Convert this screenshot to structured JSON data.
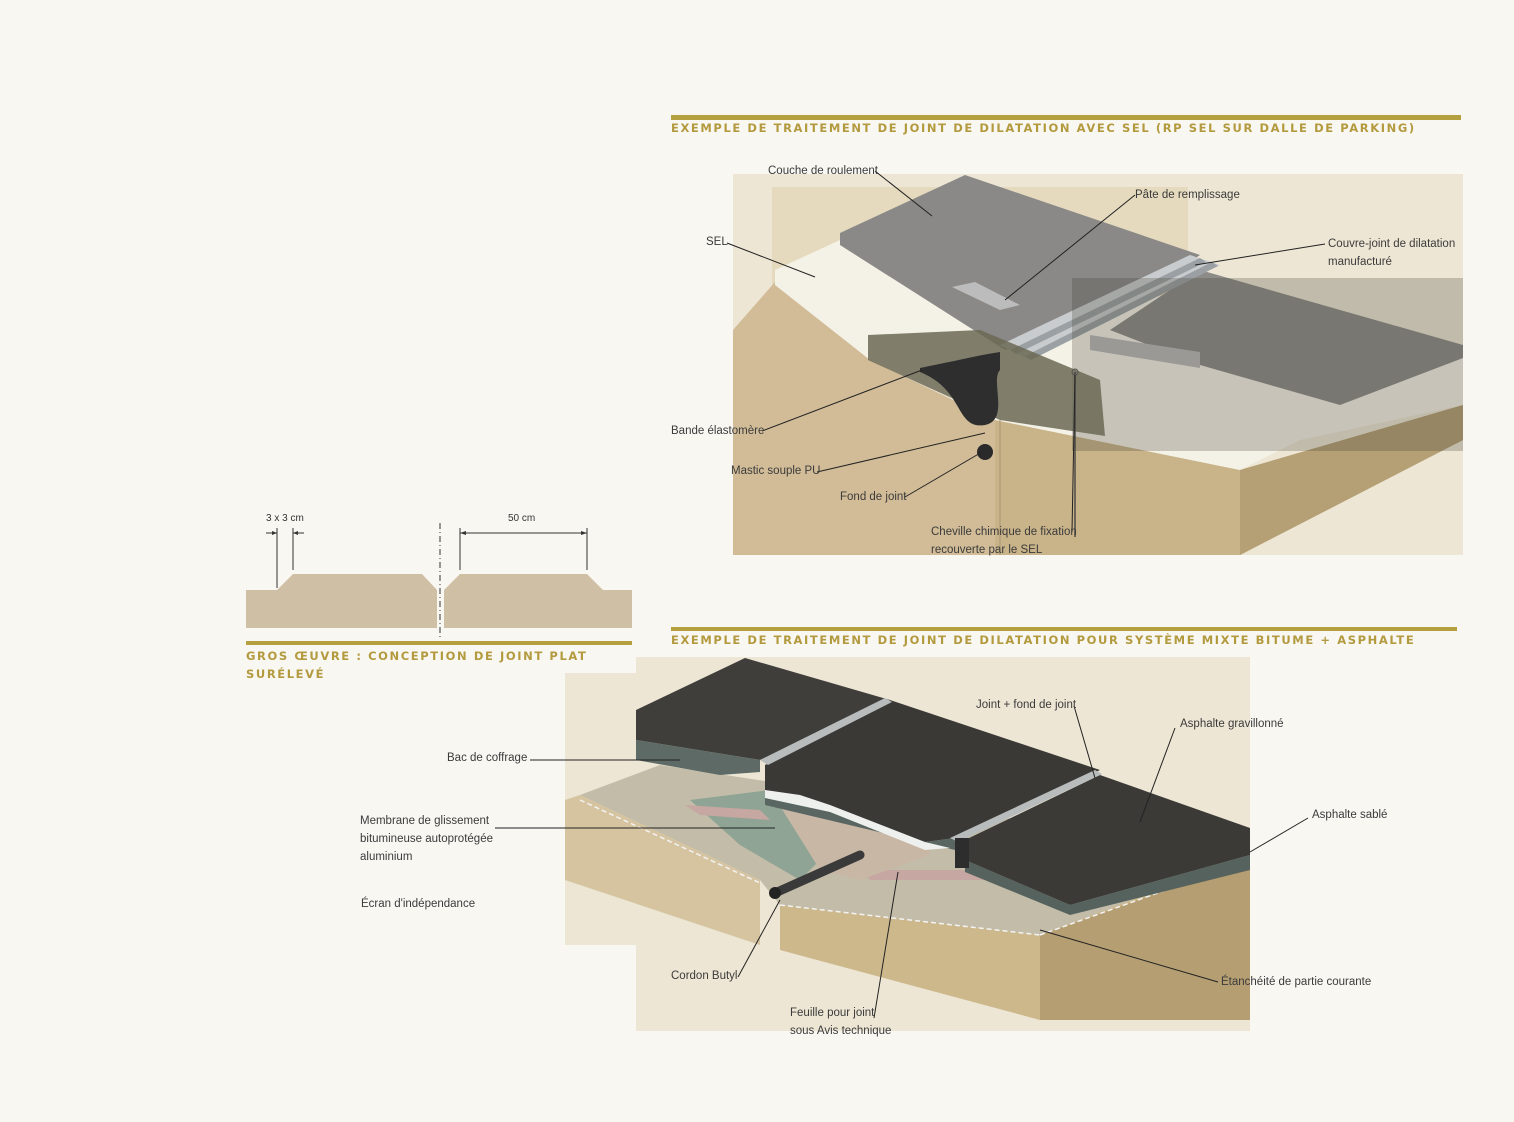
{
  "colors": {
    "accent": "#b5a040",
    "title_text": "#b39a3e",
    "concrete": "#cfbfa4",
    "asphalt": "#55534f",
    "background": "#f8f7f2"
  },
  "section_top": {
    "title": "EXEMPLE DE TRAITEMENT DE JOINT DE DILATATION AVEC SEL (RP SEL SUR DALLE DE PARKING)",
    "labels": {
      "couche": "Couche de roulement",
      "pate": "Pâte de remplissage",
      "sel": "SEL",
      "couvre1": "Couvre-joint de dilatation",
      "couvre2": "manufacturé",
      "bande": "Bande élastomère",
      "mastic": "Mastic souple PU",
      "fond": "Fond de joint",
      "cheville1": "Cheville chimique de fixation",
      "cheville2": "recouverte par le SEL"
    }
  },
  "section_left": {
    "title": "GROS ŒUVRE : CONCEPTION DE JOINT PLAT SURÉLEVÉ",
    "dim_small": "3 x 3 cm",
    "dim_large": "50 cm"
  },
  "section_bottom": {
    "title": "EXEMPLE DE TRAITEMENT DE JOINT DE DILATATION POUR SYSTÈME MIXTE BITUME + ASPHALTE",
    "labels": {
      "joint": "Joint + fond de joint",
      "asphalte_grav": "Asphalte gravillonné",
      "bac": "Bac de coffrage",
      "asphalte_sable": "Asphalte sablé",
      "membrane1": "Membrane de glissement",
      "membrane2": "bitumineuse autoprotégée",
      "membrane3": "aluminium",
      "ecran": "Écran d'indépendance",
      "cordon": "Cordon Butyl",
      "etancheite": "Étanchéité de partie courante",
      "feuille1": "Feuille pour joint",
      "feuille2": "sous Avis technique"
    }
  }
}
